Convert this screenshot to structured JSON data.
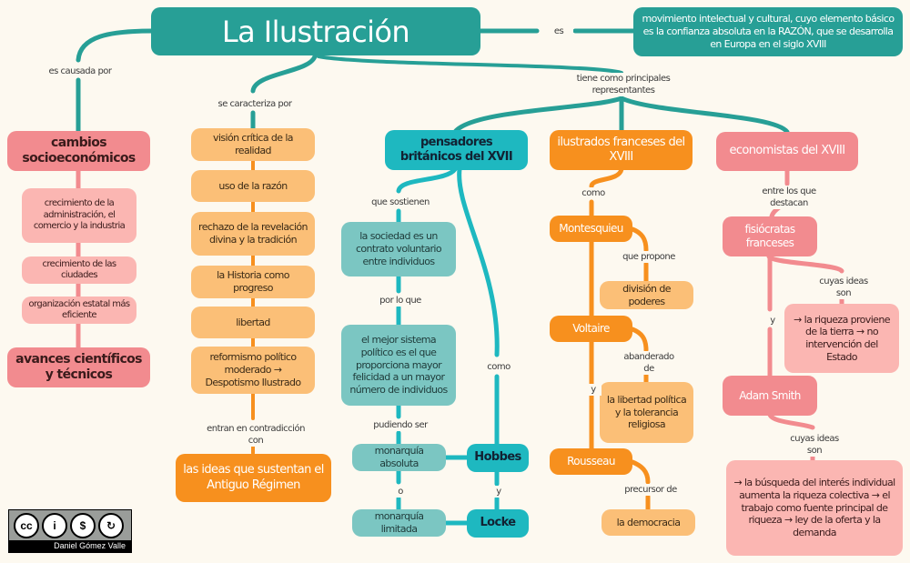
{
  "title": "La Ilustración",
  "definition": {
    "link": "es",
    "text": "movimiento intelectual y cultural, cuyo elemento básico es la confianza absoluta en la RAZÓN, que se desarrolla en Europa en el siglo XVIII"
  },
  "causes": {
    "link": "es causada por",
    "main": "cambios socioeconómicos",
    "items": [
      "crecimiento de la administración, el comercio y la industria",
      "crecimiento de las ciudades",
      "organización estatal más eficiente"
    ],
    "second": "avances científicos y técnicos"
  },
  "characteristics": {
    "link": "se caracteriza por",
    "items": [
      "visión crítica de la realidad",
      "uso de la razón",
      "rechazo de la revelación divina y la tradición",
      "la Historia como progreso",
      "libertad",
      "reformismo político moderado → Despotismo Ilustrado"
    ],
    "contradiction_link": "entran en contradicción con",
    "contradiction": "las ideas que sustentan el Antiguo Régimen"
  },
  "representatives": {
    "link": "tiene como principales representantes",
    "british": {
      "title": "pensadores británicos del XVII",
      "link_hold": "que sostienen",
      "idea1": "la sociedad es un contrato voluntario entre individuos",
      "link_so": "por lo que",
      "idea2": "el mejor sistema político es el que proporciona mayor felicidad a un mayor número de individuos",
      "link_could": "pudiendo ser",
      "option1": "monarquía absoluta",
      "link_or": "o",
      "option2": "monarquía limitada",
      "link_as": "como",
      "person1": "Hobbes",
      "link_and": "y",
      "person2": "Locke"
    },
    "french": {
      "title": "ilustrados franceses del XVIII",
      "link_as": "como",
      "montesquieu": "Montesquieu",
      "link_proposes": "que propone",
      "montesquieu_idea": "división de poderes",
      "voltaire": "Voltaire",
      "link_champion": "abanderado de",
      "voltaire_idea": "la libertad política y la tolerancia religiosa",
      "link_and": "y",
      "rousseau": "Rousseau",
      "link_precursor": "precursor de",
      "rousseau_idea": "la democracia"
    },
    "economists": {
      "title": "economistas del XVIII",
      "link_highlight": "entre los que destacan",
      "physiocrats": "fisiócratas franceses",
      "link_ideas1": "cuyas ideas son",
      "physiocrat_ideas": "→ la riqueza proviene de la tierra → no intervención del Estado",
      "link_and": "y",
      "smith": "Adam Smith",
      "link_ideas2": "cuyas ideas son",
      "smith_ideas": "→ la búsqueda del interés individual aumenta la riqueza colectiva → el trabajo como fuente principal de riqueza → ley de la oferta y la demanda"
    }
  },
  "license": {
    "icons": [
      "cc-icon",
      "by-icon",
      "nc-icon",
      "sa-icon"
    ],
    "icon_glyphs": [
      "cc",
      "i",
      "$",
      "↻"
    ],
    "author": "Daniel Gómez Valle"
  },
  "colors": {
    "teal_dark": "#279f96",
    "teal": "#1eb8c0",
    "teal_light": "#7bc6c2",
    "orange": "#f7901e",
    "orange_light": "#fbbf77",
    "pink": "#f28b8f",
    "pink_light": "#fbb6b2",
    "background": "#fdf9f0"
  }
}
